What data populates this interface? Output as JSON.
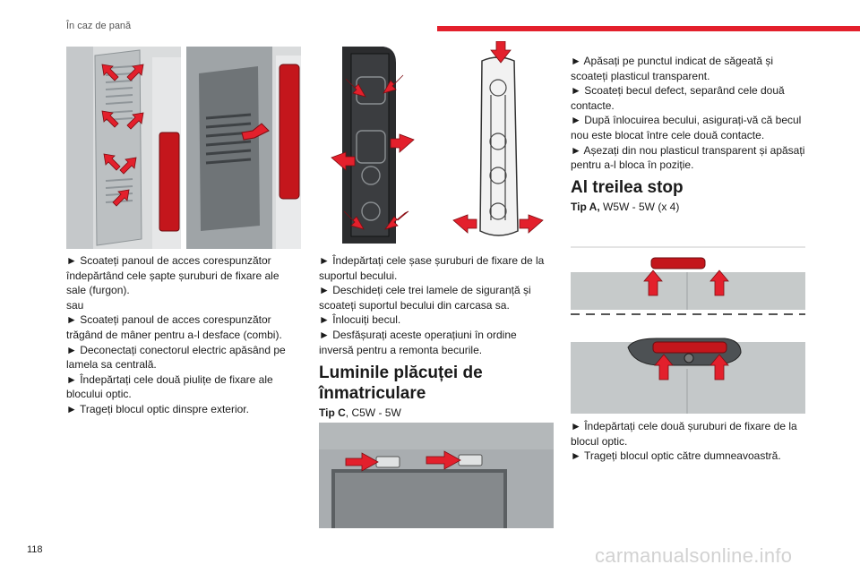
{
  "header": {
    "title": "În caz de pană",
    "accent_color": "#e3202c"
  },
  "page_number": "118",
  "watermark": "carmanualsonline.info",
  "column1": {
    "lines": [
      "► Scoateți panoul de acces corespunzător îndepărtând cele șapte șuruburi de fixare ale sale (furgon).",
      "sau",
      "► Scoateți panoul de acces corespunzător trăgând de mâner pentru a-l desface (combi).",
      "► Deconectați conectorul electric apăsând pe lamela sa centrală.",
      "► Îndepărtați cele două piulițe de fixare ale blocului optic.",
      "► Trageți blocul optic dinspre exterior."
    ]
  },
  "column2": {
    "lines": [
      "► Îndepărtați cele șase șuruburi de fixare de la suportul becului.",
      "► Deschideți cele trei lamele de siguranță și scoateți suportul becului din carcasa sa.",
      "► Înlocuiți becul.",
      "► Desfășurați aceste operațiuni în ordine inversă pentru a remonta becurile."
    ],
    "section_title": "Luminile plăcuței de înmatriculare",
    "tip_label": "Tip C",
    "tip_value": ", C5W - 5W"
  },
  "column3": {
    "lines_top": [
      "► Apăsați pe punctul indicat de săgeată și scoateți plasticul transparent.",
      "► Scoateți becul defect, separând cele două contacte.",
      "► După înlocuirea becului, asigurați-vă că becul nou este blocat între cele două contacte.",
      "► Așezați din nou plasticul transparent și apăsați pentru a-l bloca în poziție."
    ],
    "section_title": "Al treilea stop",
    "tip_label": "Tip A,",
    "tip_value": " W5W - 5W (x 4)",
    "lines_bottom": [
      "► Îndepărtați cele două șuruburi de fixare de la blocul optic.",
      "► Trageți blocul optic către dumneavoastră."
    ]
  },
  "colors": {
    "arrow": "#e3202c",
    "lamp_red": "#c4161c"
  }
}
